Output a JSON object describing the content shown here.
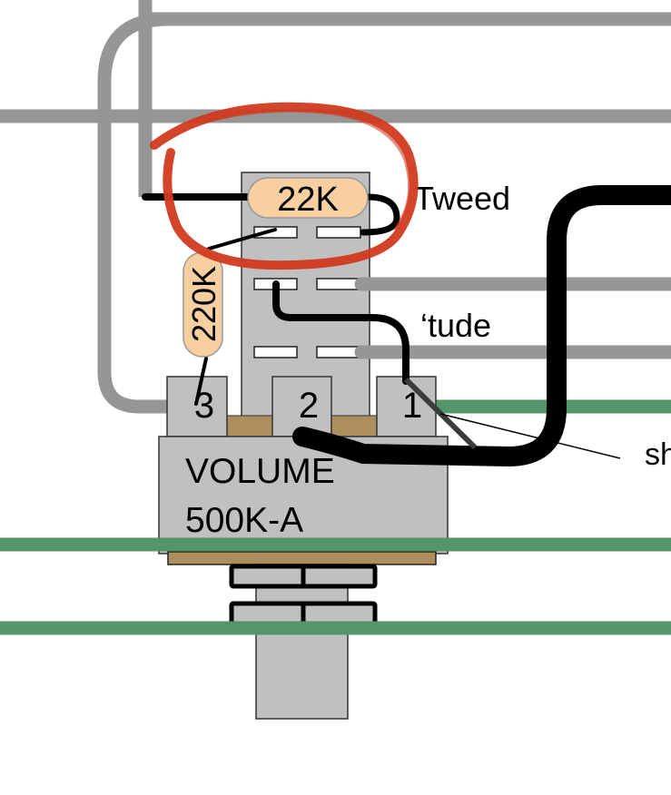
{
  "diagram": {
    "title": "Volume pot wiring with treble bleed",
    "colors": {
      "background": "#ffffff",
      "grey_wire": "#969696",
      "black_wire": "#000000",
      "green_wire": "#529669",
      "component_grey": "#c0c0c0",
      "tan": "#ad8e5f",
      "resistor_fill": "#f7cfa0",
      "annotation_red": "#d13a1f",
      "dark_lead": "#3c3c3c"
    },
    "resistors": [
      {
        "id": "r1",
        "label": "22K"
      },
      {
        "id": "r2",
        "label": "220K"
      }
    ],
    "switch_labels": {
      "tweed": "Tweed",
      "tude": "‘tude"
    },
    "pot": {
      "line1": "VOLUME",
      "line2": "500K-A",
      "lugs": [
        "3",
        "2",
        "1"
      ]
    },
    "leader_label": "sh",
    "annotation": "red-circle-highlight-around-22K"
  }
}
